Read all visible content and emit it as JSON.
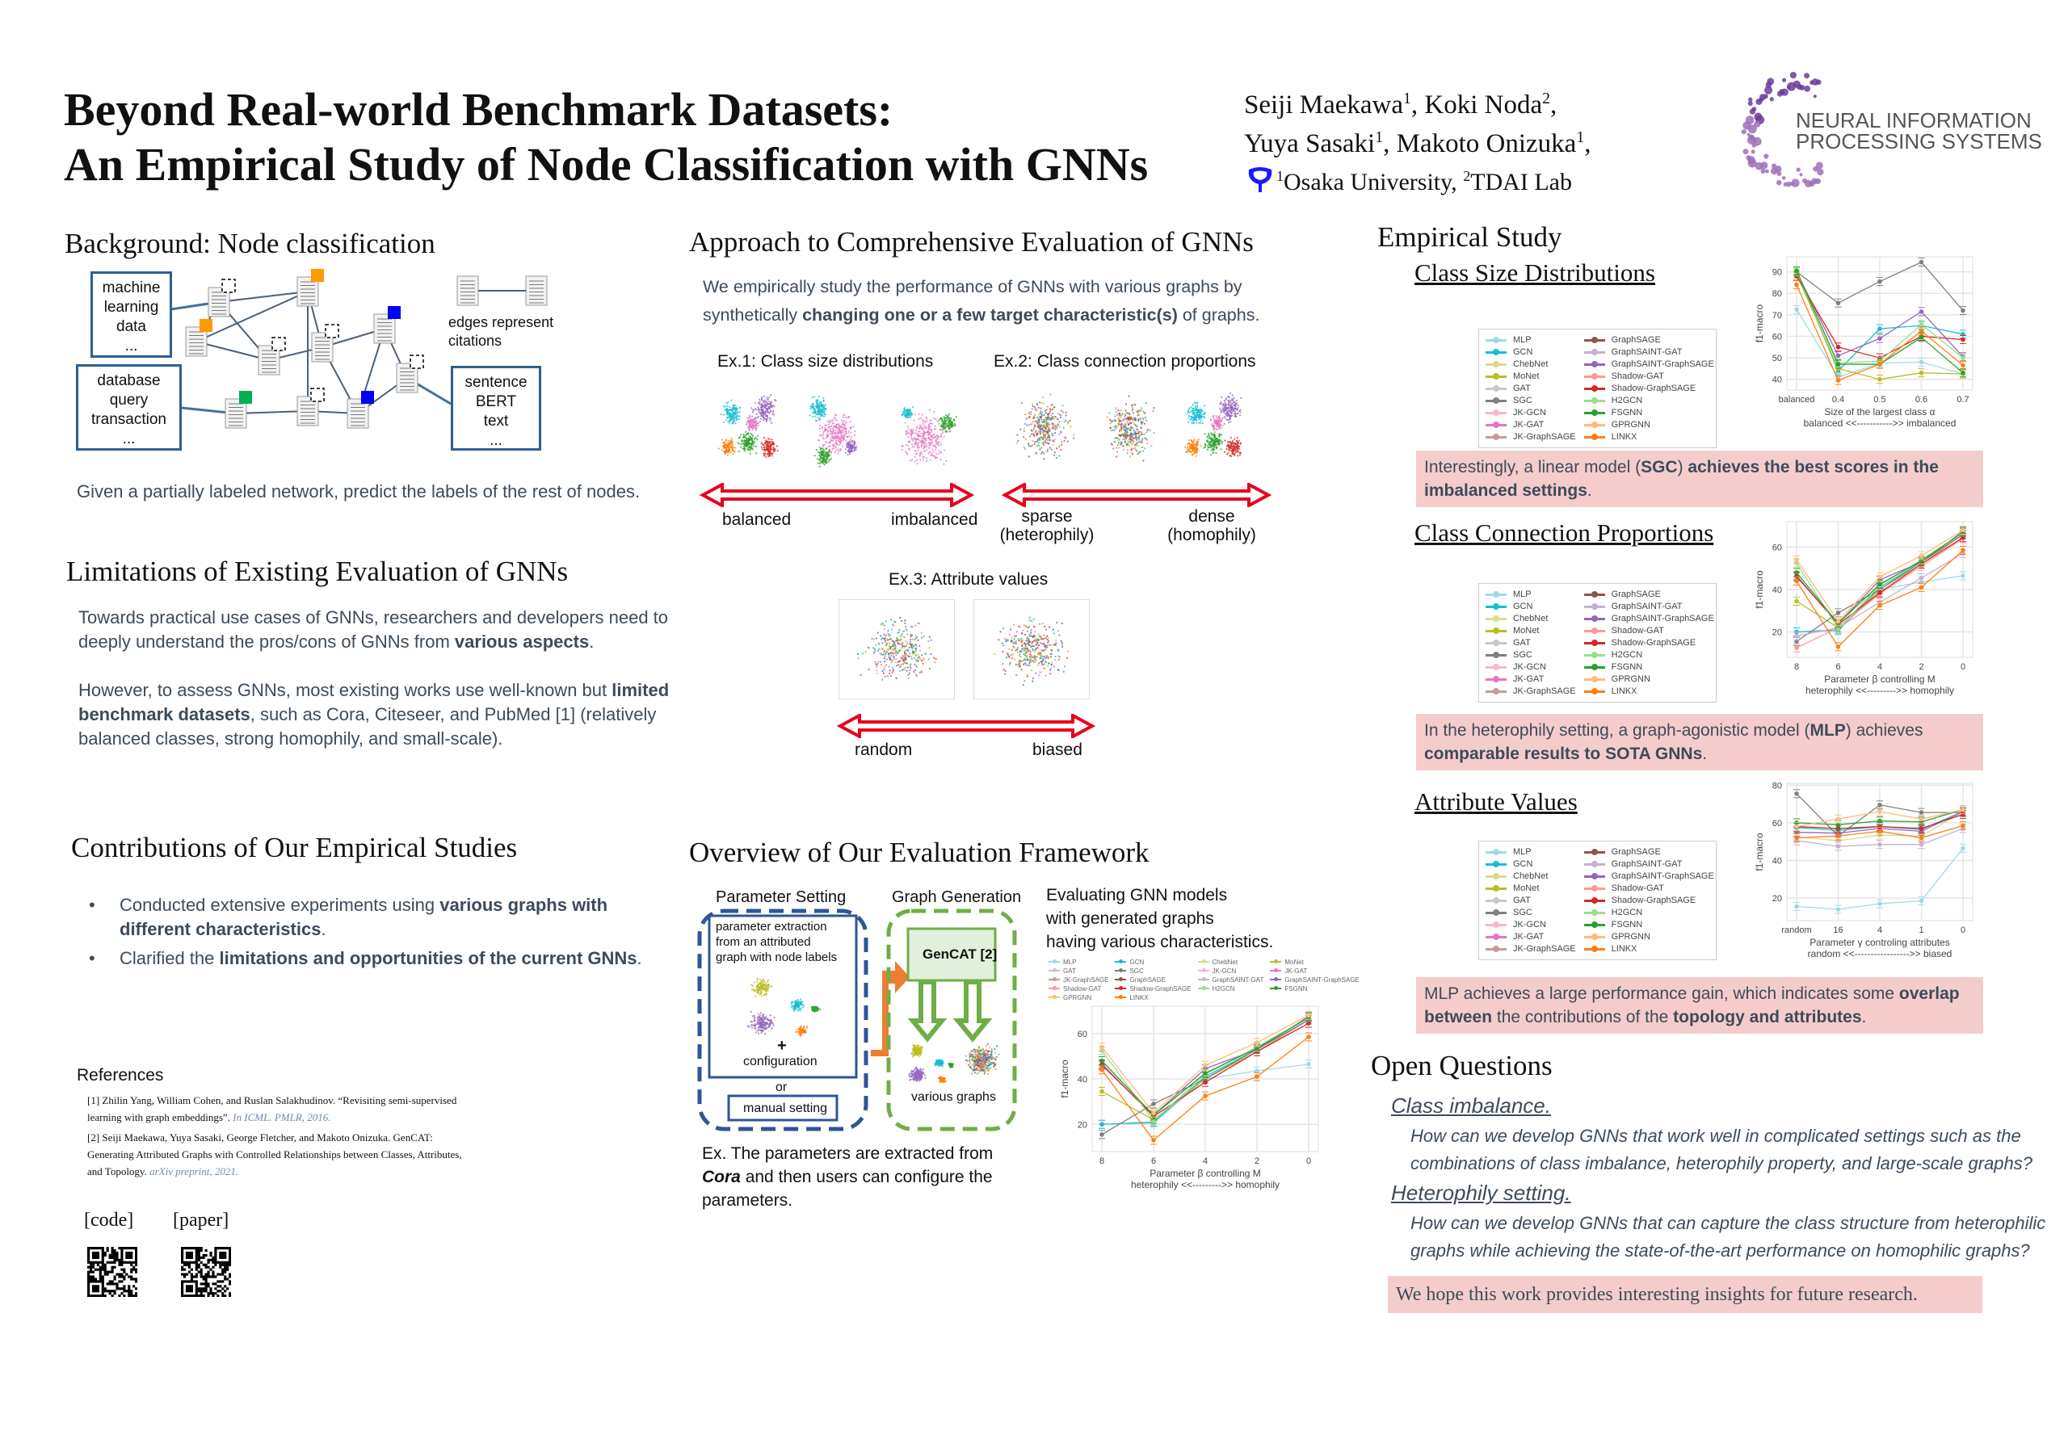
{
  "header": {
    "title_line1": "Beyond Real-world Benchmark Datasets:",
    "title_line2": "An Empirical Study of Node Classification with GNNs",
    "authors_line1": [
      [
        "Seiji Maekawa",
        ""
      ],
      [
        "1",
        "sup"
      ],
      [
        ", Koki Noda",
        ""
      ],
      [
        "2",
        "sup"
      ],
      [
        ",",
        ""
      ]
    ],
    "authors_line2": [
      [
        "Yuya Sasaki",
        ""
      ],
      [
        "1",
        "sup"
      ],
      [
        ", Makoto Onizuka",
        ""
      ],
      [
        "1",
        "sup"
      ],
      [
        ",",
        ""
      ]
    ],
    "affiliations": [
      [
        "1",
        "sup"
      ],
      [
        "Osaka University, ",
        ""
      ],
      [
        "2",
        "sup"
      ],
      [
        "TDAI Lab",
        ""
      ]
    ],
    "logo_line1": "NEURAL INFORMATION",
    "logo_line2": "PROCESSING SYSTEMS"
  },
  "background": {
    "heading": "Background: Node classification",
    "box_ml": [
      "machine",
      "learning",
      "data",
      "..."
    ],
    "box_db": [
      "database",
      "query",
      "transaction",
      "..."
    ],
    "box_bert": [
      "sentence",
      "BERT",
      "text",
      "..."
    ],
    "edge_note": [
      "edges represent",
      "citations"
    ],
    "caption": "Given a partially labeled network, predict the labels of the rest of nodes."
  },
  "limitations": {
    "heading": "Limitations of Existing Evaluation of GNNs",
    "p1": [
      [
        "Towards practical use cases of GNNs, researchers and developers need to deeply understand the pros/cons of GNNs from ",
        ""
      ],
      [
        "various aspects",
        "b"
      ],
      [
        ".",
        ""
      ]
    ],
    "p2": [
      [
        "However, to assess GNNs, most existing works use well-known but ",
        ""
      ],
      [
        "limited benchmark datasets",
        "b"
      ],
      [
        ", such as Cora, Citeseer, and PubMed [1] (relatively balanced classes, strong homophily, and small-scale).",
        ""
      ]
    ]
  },
  "contributions": {
    "heading": "Contributions of Our Empirical Studies",
    "items": [
      [
        [
          "Conducted extensive experiments using ",
          ""
        ],
        [
          "various graphs with different characteristics",
          "b"
        ],
        [
          ".",
          ""
        ]
      ],
      [
        [
          "Clarified the ",
          ""
        ],
        [
          "limitations and opportunities of the current GNNs",
          "b"
        ],
        [
          ".",
          ""
        ]
      ]
    ]
  },
  "references": {
    "heading": "References",
    "items": [
      [
        [
          "[1] Zhilin Yang, William Cohen, and Ruslan Salakhudinov. “Revisiting semi-supervised learning with graph embeddings”. ",
          ""
        ],
        [
          "In ICML. PMLR, 2016.",
          "link"
        ]
      ],
      [
        [
          "[2] Seiji Maekawa, Yuya Sasaki, George Fletcher, and Makoto Onizuka. GenCAT: Generating Attributed Graphs with Controlled Relationships between Classes, Attributes, and Topology. ",
          ""
        ],
        [
          "arXiv preprint, 2021.",
          "link"
        ]
      ]
    ],
    "code_label": "[code]",
    "paper_label": "[paper]"
  },
  "approach": {
    "heading": "Approach to Comprehensive Evaluation of GNNs",
    "intro": [
      [
        "We empirically study the performance of GNNs with various graphs by synthetically ",
        ""
      ],
      [
        "changing one or a few target characteristic(s)",
        "b"
      ],
      [
        " of graphs.",
        ""
      ]
    ],
    "ex1_title": "Ex.1: Class size distributions",
    "ex1_left": "balanced",
    "ex1_right": "imbalanced",
    "ex2_title": "Ex.2: Class connection proportions",
    "ex2_left": [
      "sparse",
      "(heterophily)"
    ],
    "ex2_right": [
      "dense",
      "(homophily)"
    ],
    "ex3_title": "Ex.3: Attribute values",
    "ex3_left": "random",
    "ex3_right": "biased"
  },
  "overview": {
    "heading": "Overview of Our Evaluation Framework",
    "param_title": "Parameter Setting",
    "graph_title": "Graph Generation",
    "param_extract": [
      "parameter extraction",
      "from an attributed",
      "graph with node labels"
    ],
    "plus": "+",
    "configuration": "configuration",
    "or": "or",
    "manual": "manual setting",
    "gencat": "GenCAT [2]",
    "various_graphs": "various graphs",
    "eval_text": [
      "Evaluating GNN models",
      "with generated graphs",
      "having various characteristics."
    ],
    "example": [
      [
        "Ex. The parameters are extracted from ",
        ""
      ],
      [
        "Cora",
        "bi"
      ],
      [
        " and then users can configure the parameters.",
        ""
      ]
    ]
  },
  "empirical": {
    "heading": "Empirical Study",
    "sec1_heading": "Class Size Distributions",
    "sec1_note": [
      [
        "Interestingly, a linear model (",
        ""
      ],
      [
        "SGC",
        "b"
      ],
      [
        ") ",
        ""
      ],
      [
        "achieves the best scores in the imbalanced settings",
        "b"
      ],
      [
        ".",
        ""
      ]
    ],
    "sec2_heading": "Class Connection Proportions",
    "sec2_note": [
      [
        "In the heterophily setting, a graph-agonistic model (",
        ""
      ],
      [
        "MLP",
        "b"
      ],
      [
        ") achieves ",
        ""
      ],
      [
        "comparable results to SOTA GNNs",
        "b"
      ],
      [
        ".",
        ""
      ]
    ],
    "sec3_heading": "Attribute Values",
    "sec3_note": [
      [
        "MLP achieves a large performance gain, which indicates some ",
        ""
      ],
      [
        "overlap between",
        "b"
      ],
      [
        " the contributions of the ",
        ""
      ],
      [
        "topology and attributes",
        "b"
      ],
      [
        ".",
        ""
      ]
    ]
  },
  "open_questions": {
    "heading": "Open Questions",
    "q1_head": "Class imbalance.",
    "q1_text": [
      "How can we develop GNNs that work well in complicated settings such as the",
      "combinations of class imbalance, heterophily property, and large-scale graphs?"
    ],
    "q2_head": "Heterophily setting.",
    "q2_text": [
      "How can we develop GNNs that can capture the class structure from heterophilic",
      "graphs while achieving the state-of-the-art performance on homophilic graphs?"
    ],
    "closing": "We hope this work provides interesting insights for future research."
  },
  "models": [
    {
      "name": "MLP",
      "color": "#9edae5"
    },
    {
      "name": "GCN",
      "color": "#17becf"
    },
    {
      "name": "ChebNet",
      "color": "#dbdb8d"
    },
    {
      "name": "MoNet",
      "color": "#bcbd22"
    },
    {
      "name": "GAT",
      "color": "#c7c7c7"
    },
    {
      "name": "SGC",
      "color": "#7f7f7f"
    },
    {
      "name": "JK-GCN",
      "color": "#f7b6d2"
    },
    {
      "name": "JK-GAT",
      "color": "#e377c2"
    },
    {
      "name": "JK-GraphSAGE",
      "color": "#c49c94"
    },
    {
      "name": "GraphSAGE",
      "color": "#8c564b"
    },
    {
      "name": "GraphSAINT-GAT",
      "color": "#c5b0d5"
    },
    {
      "name": "GraphSAINT-GraphSAGE",
      "color": "#9467bd"
    },
    {
      "name": "Shadow-GAT",
      "color": "#ff9896"
    },
    {
      "name": "Shadow-GraphSAGE",
      "color": "#d62728"
    },
    {
      "name": "H2GCN",
      "color": "#98df8a"
    },
    {
      "name": "FSGNN",
      "color": "#2ca02c"
    },
    {
      "name": "GPRGNN",
      "color": "#ffbb78"
    },
    {
      "name": "LINKX",
      "color": "#ff7f0e"
    }
  ],
  "chart_data": [
    {
      "id": "class-size",
      "type": "line",
      "categories": [
        "balanced",
        "0.4",
        "0.5",
        "0.6",
        "0.7"
      ],
      "ylabel": "f1-macro",
      "xlabel": [
        "Size of the largest class α",
        "balanced <<----------->> imbalanced"
      ],
      "ylim": [
        35,
        97
      ],
      "yticks": [
        40,
        50,
        60,
        70,
        80,
        90
      ],
      "grid": true,
      "series": [
        {
          "name": "MLP",
          "values": [
            72.5,
            41,
            47.5,
            48,
            42.5
          ]
        },
        {
          "name": "GCN",
          "values": [
            90,
            44,
            63.5,
            65,
            61
          ]
        },
        {
          "name": "MoNet",
          "values": [
            89,
            45,
            40,
            43,
            42.5
          ]
        },
        {
          "name": "SGC",
          "values": [
            90,
            75.5,
            85.5,
            94.5,
            72
          ]
        },
        {
          "name": "GraphSAINT-GraphSAGE",
          "values": [
            90,
            51,
            59,
            71.5,
            50.5
          ]
        },
        {
          "name": "Shadow-GraphSAGE",
          "values": [
            88,
            55,
            50,
            60,
            58.5
          ]
        },
        {
          "name": "H2GCN",
          "values": [
            90,
            47.5,
            48.5,
            65.5,
            50
          ]
        },
        {
          "name": "FSGNN",
          "values": [
            90.5,
            47,
            47,
            59.5,
            43
          ]
        },
        {
          "name": "LINKX",
          "values": [
            84,
            39.5,
            47,
            62.5,
            46.5
          ]
        }
      ]
    },
    {
      "id": "class-connection",
      "type": "line",
      "categories": [
        "8",
        "6",
        "4",
        "2",
        "0"
      ],
      "ylabel": "f1-macro",
      "xlabel": [
        "Parameter β controlling M",
        "heterophily <<--------->> homophily"
      ],
      "ylim": [
        8,
        72
      ],
      "yticks": [
        20,
        40,
        60
      ],
      "grid": true,
      "series": [
        {
          "name": "MLP",
          "values": [
            20,
            20.5,
            40,
            43.5,
            46.5
          ]
        },
        {
          "name": "GCN",
          "values": [
            20,
            21,
            41,
            53,
            66
          ]
        },
        {
          "name": "MoNet",
          "values": [
            34.5,
            22,
            40,
            52,
            66
          ]
        },
        {
          "name": "SGC",
          "values": [
            15.5,
            29,
            40,
            53,
            67.5
          ]
        },
        {
          "name": "GraphSAINT-GAT",
          "values": [
            18,
            22,
            34,
            45.5,
            57
          ]
        },
        {
          "name": "GraphSAINT-GraphSAGE",
          "values": [
            46,
            24,
            44.5,
            53,
            66
          ]
        },
        {
          "name": "Shadow-GAT",
          "values": [
            12.5,
            22,
            38,
            51,
            64
          ]
        },
        {
          "name": "Shadow-GraphSAGE",
          "values": [
            46.5,
            23.5,
            38.5,
            52,
            64.5
          ]
        },
        {
          "name": "H2GCN",
          "values": [
            52.5,
            21.5,
            42,
            54,
            67
          ]
        },
        {
          "name": "FSGNN",
          "values": [
            48,
            24,
            42.5,
            53.5,
            67
          ]
        },
        {
          "name": "GPRGNN",
          "values": [
            54,
            25,
            46,
            56,
            68
          ]
        },
        {
          "name": "LINKX",
          "values": [
            44,
            13,
            32.5,
            41,
            58.5
          ]
        }
      ]
    },
    {
      "id": "attribute-values",
      "type": "line",
      "categories": [
        "random",
        "16",
        "4",
        "1",
        "0"
      ],
      "ylabel": "f1-macro",
      "xlabel": [
        "Parameter γ controling attributes",
        "random <<----------------->> biased"
      ],
      "ylim": [
        8,
        81
      ],
      "yticks": [
        20,
        40,
        60,
        80
      ],
      "grid": true,
      "series": [
        {
          "name": "MLP",
          "values": [
            15.5,
            14,
            17,
            18.5,
            46.5
          ]
        },
        {
          "name": "GCN",
          "values": [
            57.5,
            56,
            58,
            56.5,
            66
          ]
        },
        {
          "name": "ChebNet",
          "values": [
            52.5,
            50.5,
            53.5,
            53,
            66
          ]
        },
        {
          "name": "SGC",
          "values": [
            75.5,
            53,
            69.5,
            65.5,
            65.5
          ]
        },
        {
          "name": "GraphSAINT-GAT",
          "values": [
            50.5,
            47.5,
            48.5,
            48.5,
            57
          ]
        },
        {
          "name": "GraphSAINT-GraphSAGE",
          "values": [
            55,
            54.5,
            57,
            55.5,
            66
          ]
        },
        {
          "name": "Shadow-GraphSAGE",
          "values": [
            58,
            57,
            58,
            57,
            64.5
          ]
        },
        {
          "name": "FSGNN",
          "values": [
            60,
            59,
            61,
            60.5,
            67
          ]
        },
        {
          "name": "GPRGNN",
          "values": [
            58,
            62,
            66,
            62,
            67
          ]
        },
        {
          "name": "LINKX",
          "values": [
            52,
            53,
            55.5,
            52,
            58.5
          ]
        }
      ]
    },
    {
      "id": "overview-connection",
      "type": "line",
      "categories": [
        "8",
        "6",
        "4",
        "2",
        "0"
      ],
      "ylabel": "f1-macro",
      "xlabel": [
        "Parameter β controlling M",
        "heterophily <<--------->> homophily"
      ],
      "ylim": [
        8,
        72
      ],
      "yticks": [
        20,
        40,
        60
      ],
      "grid": true,
      "series": [
        {
          "name": "MLP",
          "values": [
            20,
            20.5,
            40,
            43.5,
            46.5
          ]
        },
        {
          "name": "GCN",
          "values": [
            20,
            21,
            41,
            53,
            66
          ]
        },
        {
          "name": "MoNet",
          "values": [
            34.5,
            22,
            40,
            52,
            66
          ]
        },
        {
          "name": "SGC",
          "values": [
            15.5,
            29,
            40,
            53,
            67.5
          ]
        },
        {
          "name": "GraphSAINT-GraphSAGE",
          "values": [
            46,
            24,
            44.5,
            53,
            66
          ]
        },
        {
          "name": "Shadow-GraphSAGE",
          "values": [
            46.5,
            23.5,
            38.5,
            52,
            64.5
          ]
        },
        {
          "name": "H2GCN",
          "values": [
            52.5,
            21.5,
            42,
            54,
            67
          ]
        },
        {
          "name": "FSGNN",
          "values": [
            48,
            24,
            42.5,
            53.5,
            67
          ]
        },
        {
          "name": "GPRGNN",
          "values": [
            54,
            25,
            46,
            56,
            68
          ]
        },
        {
          "name": "LINKX",
          "values": [
            44,
            13,
            32.5,
            41,
            58.5
          ]
        }
      ]
    }
  ]
}
